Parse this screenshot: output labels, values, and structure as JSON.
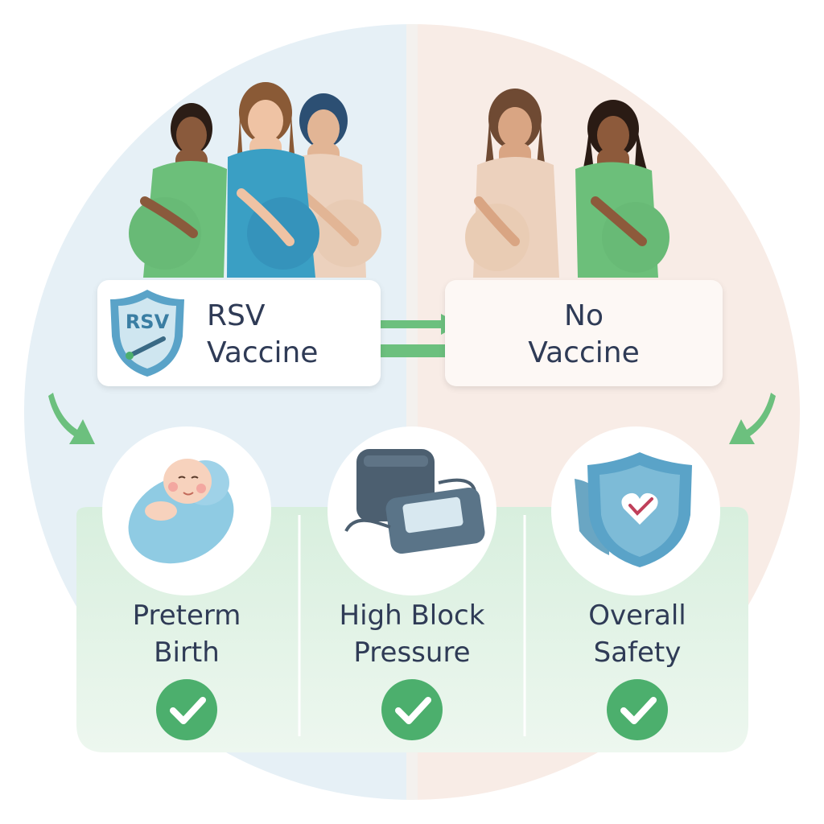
{
  "groups": {
    "vaccine": {
      "line1": "RSV",
      "line2": "Vaccine",
      "shield_text": "RSV"
    },
    "no_vaccine": {
      "line1": "No",
      "line2": "Vaccine"
    }
  },
  "outcomes": [
    {
      "line1": "Preterm",
      "line2": "Birth",
      "icon": "swaddled-baby-icon",
      "status": "check"
    },
    {
      "line1": "High Block",
      "line2": "Pressure",
      "icon": "blood-pressure-monitor-icon",
      "status": "check"
    },
    {
      "line1": "Overall",
      "line2": "Safety",
      "icon": "safety-shield-heart-icon",
      "status": "check"
    }
  ],
  "colors": {
    "left_bg": "#e6f0f6",
    "right_bg": "#f8ece6",
    "outcome_bg": "#e3f2e7",
    "check_green": "#4caf6d",
    "arrow_green": "#6cc07e",
    "text": "#2f3b56",
    "shield_blue": "#5aa3c8"
  }
}
